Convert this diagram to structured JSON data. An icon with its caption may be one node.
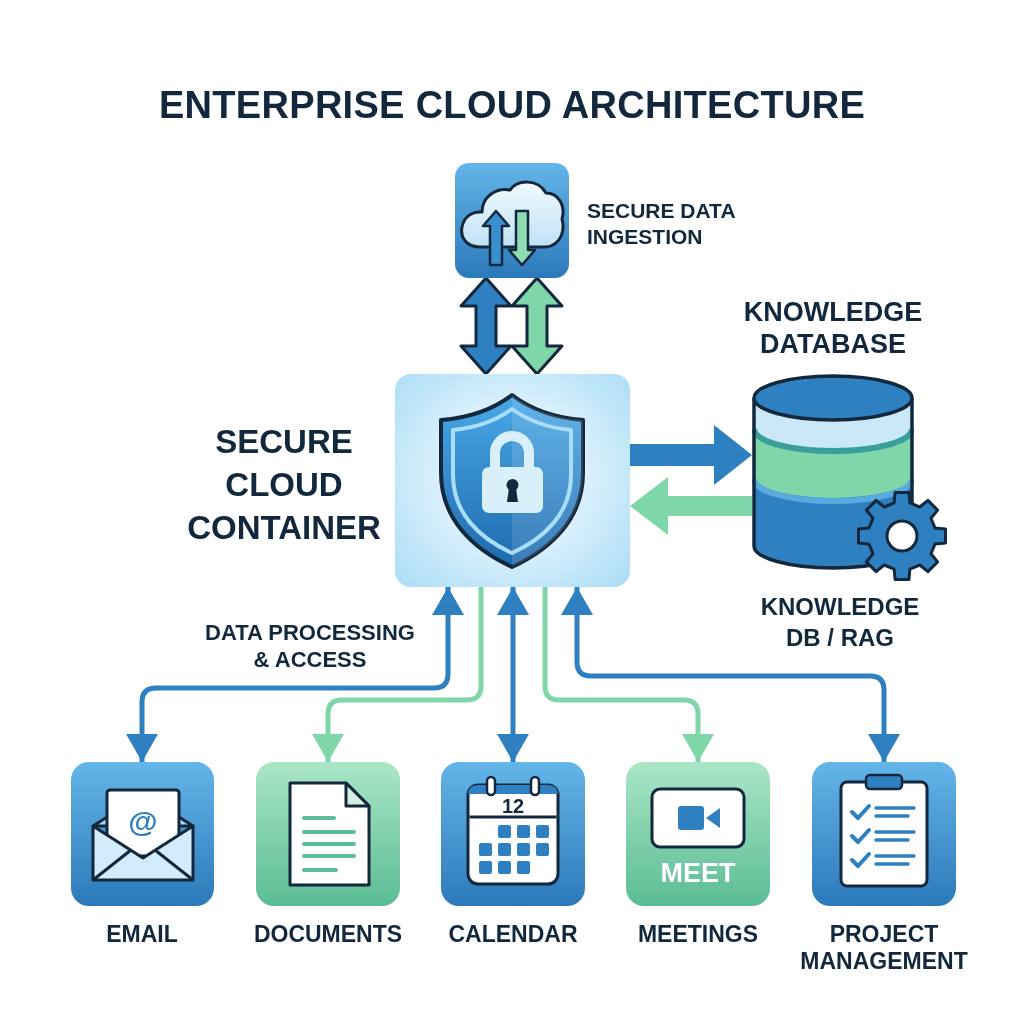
{
  "diagram": {
    "title": "ENTERPRISE CLOUD ARCHITECTURE",
    "nodes": [
      {
        "text": [],
        "shape": "picture",
        "beside": [
          "SECURE DATA INGESTION"
        ]
      },
      {
        "text": [],
        "shape": "picture",
        "beside": [
          "SECURE CLOUD CONTAINER"
        ]
      },
      {
        "text": [],
        "shape": "cylinder",
        "beside": [
          "KNOWLEDGE DATABASE",
          "KNOWLEDGE DB / RAG"
        ]
      },
      {
        "text": [
          "@"
        ],
        "beside": [
          "EMAIL"
        ]
      },
      {
        "text": [],
        "shape": "picture",
        "beside": [
          "DOCUMENTS"
        ]
      },
      {
        "text": [
          "12"
        ],
        "beside": [
          "CALENDAR"
        ]
      },
      {
        "text": [
          "MEET"
        ],
        "beside": [
          "MEETINGS"
        ]
      },
      {
        "text": [],
        "shape": "picture",
        "beside": [
          "PROJECT MANAGEMENT"
        ]
      }
    ],
    "edges": [
      {
        "from": 0,
        "to": 1,
        "arrow": "both",
        "style": "thick"
      },
      {
        "from": 0,
        "to": 1,
        "arrow": "both",
        "style": "thick",
        "color": "#7fd6a9"
      },
      {
        "from": 1,
        "to": 2,
        "arrow": "to",
        "style": "thick"
      },
      {
        "from": 2,
        "to": 1,
        "arrow": "to",
        "style": "thick",
        "color": "#7fd6a9"
      },
      {
        "from": 1,
        "to": 3,
        "arrow": "both"
      },
      {
        "from": 1,
        "to": 4,
        "arrow": "to",
        "color": "#7fd6a9"
      },
      {
        "from": 1,
        "to": 5,
        "arrow": "both"
      },
      {
        "from": 1,
        "to": 6,
        "arrow": "to",
        "color": "#7fd6a9"
      },
      {
        "from": 1,
        "to": 7,
        "arrow": "both"
      }
    ],
    "labels": [
      "DATA PROCESSING & ACCESS"
    ]
  }
}
